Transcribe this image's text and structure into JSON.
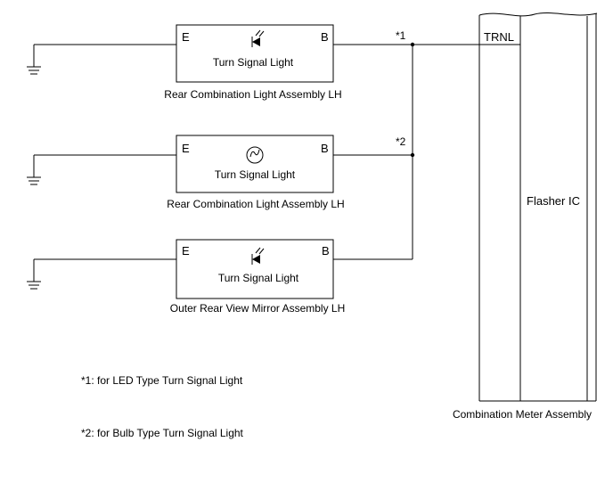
{
  "components": [
    {
      "pin_left": "E",
      "pin_right": "B",
      "inner_label": "Turn Signal Light",
      "caption": "Rear Combination Light Assembly LH",
      "symbol": "led-icon"
    },
    {
      "pin_left": "E",
      "pin_right": "B",
      "inner_label": "Turn Signal Light",
      "caption": "Rear Combination Light Assembly LH",
      "symbol": "bulb-icon"
    },
    {
      "pin_left": "E",
      "pin_right": "B",
      "inner_label": "Turn Signal Light",
      "caption": "Outer Rear View Mirror Assembly LH",
      "symbol": "led-icon"
    }
  ],
  "notes": {
    "marker1": "*1",
    "marker2": "*2",
    "note1": "*1: for LED Type Turn Signal Light",
    "note2": "*2: for Bulb Type Turn Signal Light"
  },
  "meter": {
    "terminal": "TRNL",
    "ic_label": "Flasher IC",
    "caption": "Combination Meter Assembly"
  }
}
